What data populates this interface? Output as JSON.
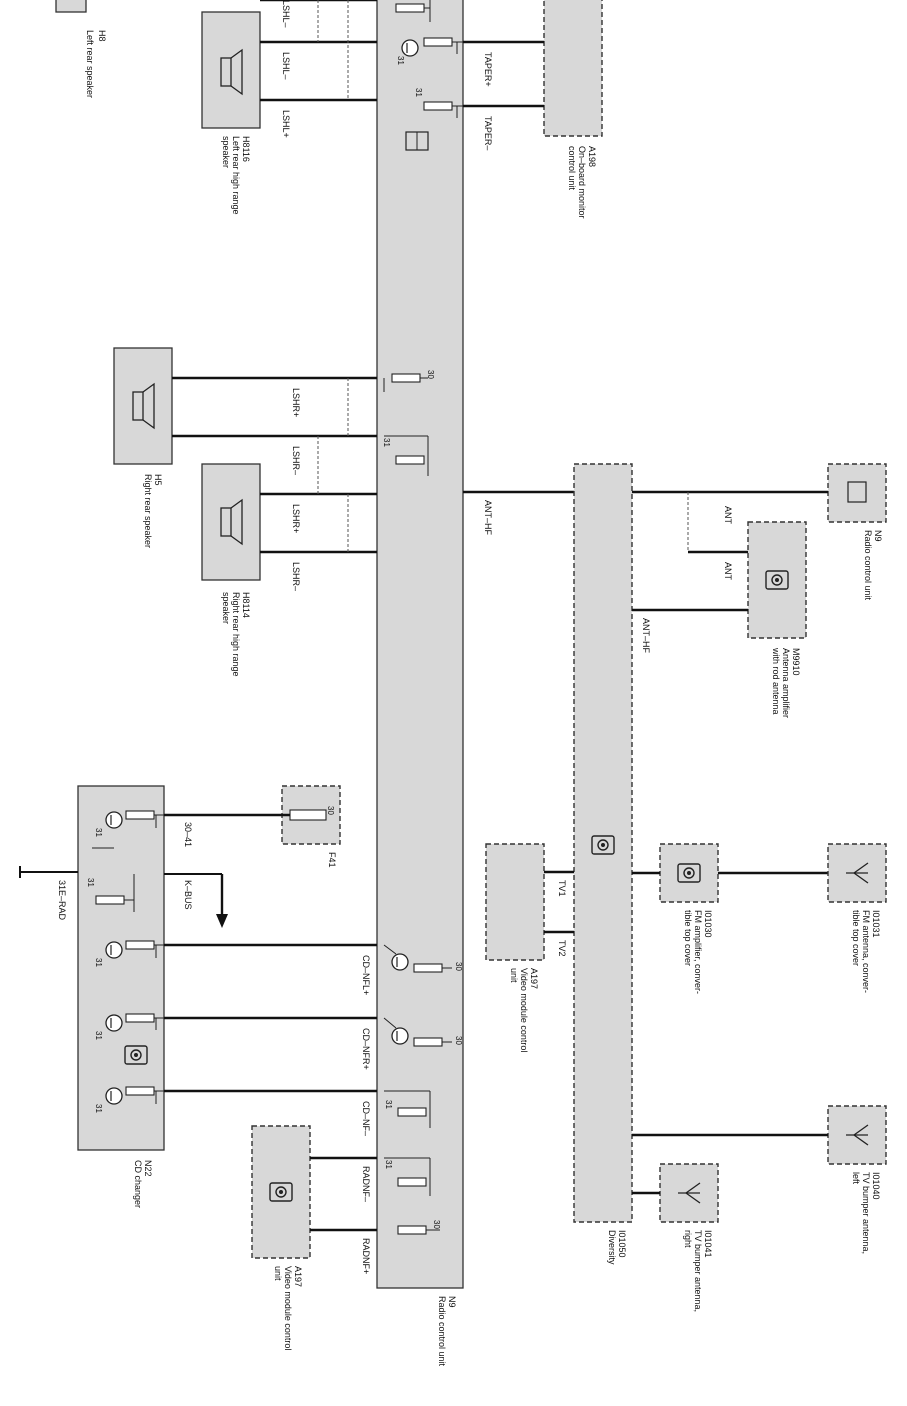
{
  "components": {
    "h8": {
      "code": "H8",
      "name": "Left rear speaker"
    },
    "h8116": {
      "code": "H8116",
      "name": "Left rear high range\nspeaker"
    },
    "a198": {
      "code": "A198",
      "name": "On–board monitor\ncontrol unit"
    },
    "h5": {
      "code": "H5",
      "name": "Right rear speaker"
    },
    "h8114": {
      "code": "H8114",
      "name": "Right rear high range\nspeaker"
    },
    "n9_top": {
      "code": "N9",
      "name": "Radio control unit"
    },
    "m9910": {
      "code": "M9910",
      "name": "Antenna amplifier\nwith rod antenna"
    },
    "f41": {
      "code": "F41",
      "pin": "30"
    },
    "n22": {
      "code": "N22",
      "name": "CD changer"
    },
    "a197_upper": {
      "code": "A197",
      "name": "Video module control\nunit"
    },
    "i01030": {
      "code": "I01030",
      "name": "FM amplifier, conver-\ntible top cover"
    },
    "i01031": {
      "code": "I01031",
      "name": "FM antenna, conver-\ntible top cover"
    },
    "i01040": {
      "code": "I01040",
      "name": "TV bumper antenna,\nleft"
    },
    "i01041": {
      "code": "I01041",
      "name": "TV bumper antenna,\nright"
    },
    "i01050": {
      "code": "I01050",
      "name": "Diversity"
    },
    "a197_lower": {
      "code": "A197",
      "name": "Video module control\nunit"
    },
    "n9_main": {
      "code": "N9",
      "name": "Radio control unit"
    }
  },
  "signals": {
    "lshl_minus_a": "LSHL–",
    "lshl_minus_b": "LSHL–",
    "lshl_plus": "LSHL+",
    "taper_plus": "TAPER+",
    "taper_minus": "TAPER–",
    "lshr_plus_a": "LSHR+",
    "lshr_minus_a": "LSHR–",
    "lshr_plus_b": "LSHR+",
    "lshr_minus_b": "LSHR–",
    "ant_hf_main": "ANT–HF",
    "ant_a": "ANT",
    "ant_b": "ANT",
    "ant_hf_div": "ANT–HF",
    "tv1": "TV1",
    "tv2": "TV2",
    "t30_41": "30–41",
    "k_bus": "K–BUS",
    "t31e_rad": "31E–RAD",
    "cd_nfl": "CD–NFL+",
    "cd_nfr": "CD–NFR+",
    "cd_nf": "CD–NF–",
    "radnf_minus": "RADNF–",
    "radnf_plus": "RADNF+"
  },
  "pins": {
    "p31_a": "31",
    "p31_b": "31",
    "p30_a": "30",
    "p31_c": "31",
    "p31_n1": "31",
    "p31_n2": "31",
    "p31_n3": "31",
    "p31_n4": "31",
    "p31_n5": "31",
    "p30_b": "30",
    "p30_c": "30",
    "p31_d": "31",
    "p31_e": "31",
    "p30_d": "30"
  }
}
